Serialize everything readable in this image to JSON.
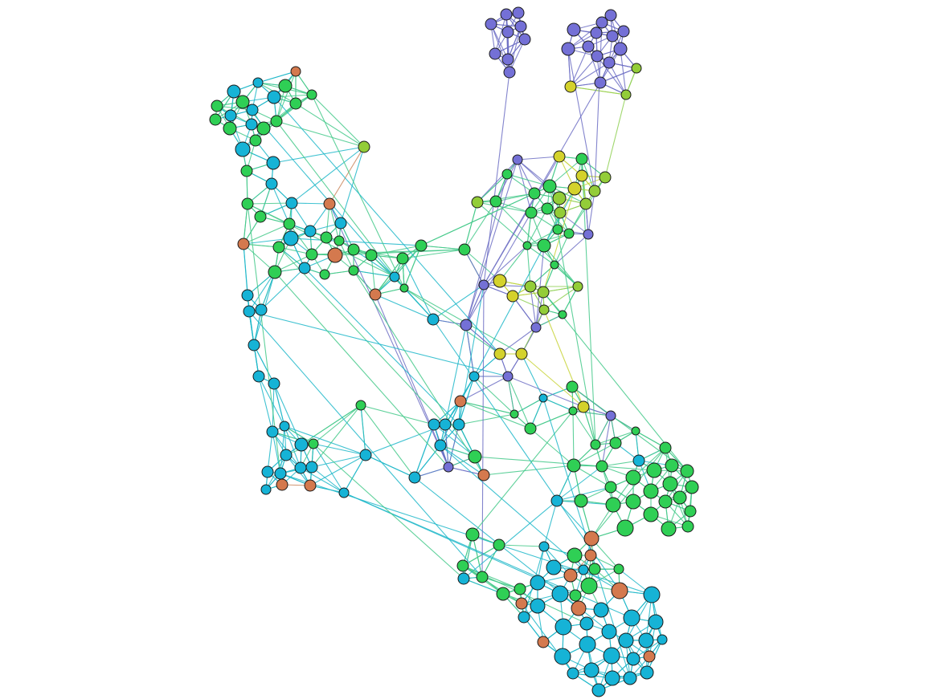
{
  "legend": [],
  "colors": {
    "cyan": "#16b3d6",
    "green": "#2fcf55",
    "purple": "#7470d6",
    "orange": "#d4794e",
    "yellow": "#d4d22c",
    "lime": "#93cd38"
  },
  "clusters": [
    {
      "name": "purple-top-cluster",
      "color": "purple"
    },
    {
      "name": "green-upper-left-cluster",
      "color": "green"
    },
    {
      "name": "cyan-left-cluster",
      "color": "cyan"
    },
    {
      "name": "yellow-center-cluster",
      "color": "yellow"
    },
    {
      "name": "green-lower-right-cluster",
      "color": "green"
    },
    {
      "name": "cyan-bottom-cluster",
      "color": "cyan"
    }
  ]
}
